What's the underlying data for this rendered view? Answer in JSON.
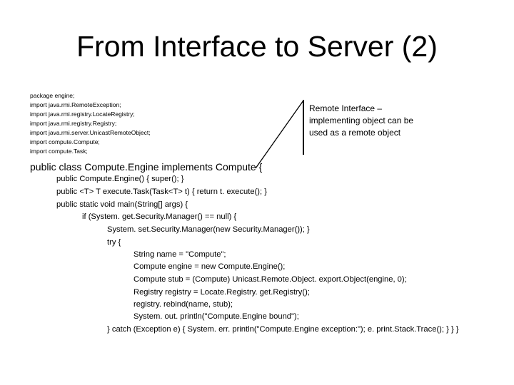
{
  "slide": {
    "title": "From Interface to Server (2)"
  },
  "imports": [
    "package engine;",
    "import java.rmi.RemoteException;",
    "import java.rmi.registry.LocateRegistry;",
    "import java.rmi.registry.Registry;",
    "import java.rmi.server.UnicastRemoteObject;",
    "import compute.Compute;",
    "import compute.Task;"
  ],
  "callout": {
    "lines": [
      "Remote Interface –",
      "implementing object can be",
      "used as a remote object"
    ]
  },
  "code": [
    "public class Compute.Engine implements Compute {",
    "public Compute.Engine() { super(); }",
    "public <T> T execute.Task(Task<T> t) { return t. execute(); }",
    "public static void main(String[] args) {",
    "if (System. get.Security.Manager() == null) {",
    "System. set.Security.Manager(new Security.Manager()); }",
    "try {",
    "String name = \"Compute\";",
    "Compute engine = new Compute.Engine();",
    "Compute stub = (Compute) Unicast.Remote.Object. export.Object(engine, 0);",
    "Registry registry = Locate.Registry. get.Registry();",
    "registry. rebind(name, stub);",
    "System. out. println(\"Compute.Engine bound\");",
    "} catch (Exception e) { System. err. println(\"Compute.Engine exception:\"); e. print.Stack.Trace(); } } }"
  ]
}
